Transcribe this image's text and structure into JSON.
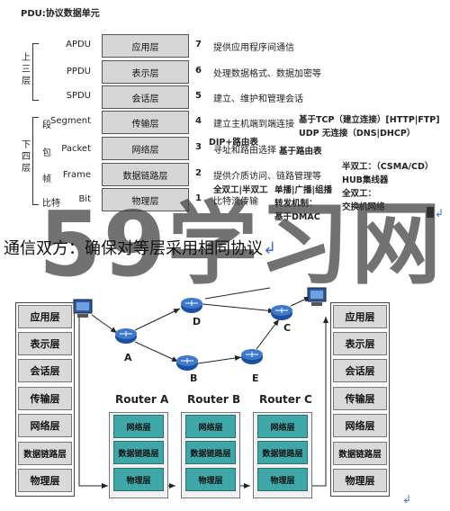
{
  "pdu_title": "PDU:协议数据单元",
  "osi_layers": [
    {
      "pdu": "APDU",
      "name": "应用层",
      "num": "7",
      "desc": "提供应用程序间通信"
    },
    {
      "pdu": "PPDU",
      "name": "表示层",
      "num": "6",
      "desc": "处理数据格式、数据加密等"
    },
    {
      "pdu": "SPDU",
      "name": "会话层",
      "num": "5",
      "desc": "建立、维护和管理会话"
    },
    {
      "pdu": "Segment",
      "name": "传输层",
      "num": "4",
      "desc": "建立主机端到端连接"
    },
    {
      "pdu": "Packet",
      "name": "网络层",
      "num": "3",
      "desc": "寻址和路由选择"
    },
    {
      "pdu": "Frame",
      "name": "数据链路层",
      "num": "2",
      "desc": "提供介质访问、链路管理等"
    },
    {
      "pdu": "Bit",
      "name": "物理层",
      "num": "1",
      "desc": "比特流传输"
    }
  ],
  "upper_group": [
    "上",
    "三",
    "层"
  ],
  "lower_group": [
    "下",
    "四",
    "层"
  ],
  "lower_prefixes": [
    "段",
    "包",
    "帧",
    "比特"
  ],
  "protocols": {
    "tcp": "基于TCP（建立连接）[HTTP|FTP]",
    "udp": "UDP 无连接（DNS|DHCP）",
    "dip": "DIP+路由表",
    "router_based": "基于路由表",
    "half_duplex": "半双工：（CSMA/CD）",
    "hub": "HUB集线器",
    "full_duplex_label": "全双工：",
    "switch_net": "交换机网络",
    "duplex_line": "全双工|半双工",
    "cast_line": "单播|广播|组播",
    "forward_line": "转发机制：",
    "dmac_line": "基于DMAC"
  },
  "return_mark": "↲",
  "watermark": "59学习网",
  "heading": "通信双方：确保对等层采用相同协议",
  "host_layers": [
    "应用层",
    "表示层",
    "会话层",
    "传输层",
    "网络层",
    "数据链路层",
    "物理层"
  ],
  "routers": [
    {
      "name": "Router A",
      "layers": [
        "网络层",
        "数据链路层",
        "物理层"
      ]
    },
    {
      "name": "Router B",
      "layers": [
        "网络层",
        "数据链路层",
        "物理层"
      ]
    },
    {
      "name": "Router C",
      "layers": [
        "网络层",
        "数据链路层",
        "物理层"
      ]
    }
  ],
  "topology_nodes": [
    "A",
    "B",
    "C",
    "D",
    "E"
  ],
  "colors": {
    "osi_grey": "#d6d6d6",
    "router_teal": "#3ea7a7",
    "router_blue": "#1e4f9c"
  }
}
